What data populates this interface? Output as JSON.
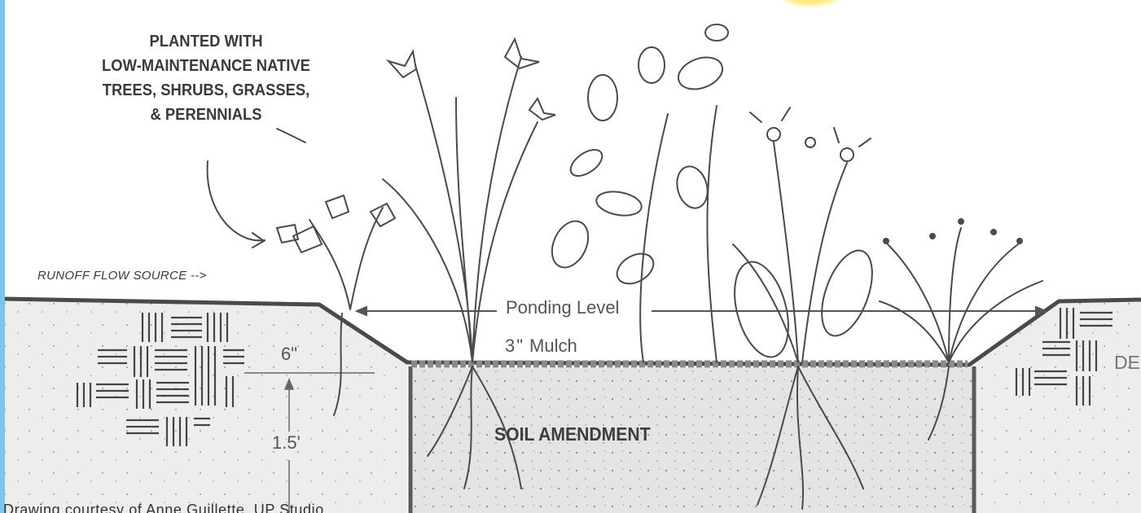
{
  "labels": {
    "planted_line1": "PLANTED WITH",
    "planted_line2": "LOW-MAINTENANCE NATIVE",
    "planted_line3": "TREES, SHRUBS, GRASSES,",
    "planted_line4": "& PERENNIALS",
    "runoff": "RUNOFF FLOW SOURCE -->",
    "ponding_level": "Ponding Level",
    "mulch_number": "3\"",
    "mulch_text": "Mulch",
    "depth_6": "6\"",
    "depth_1_5": "1.5'",
    "soil": "SOIL AMENDMENT",
    "right_edge": "DE",
    "credit": "Drawing courtesy of Anne Guillette, UP Studio"
  },
  "colors": {
    "accent_edge": "#7cc6e9",
    "sun": "#ffe97a",
    "sketch": "#555555",
    "soil_fill": "#e2e2e2",
    "ground_fill": "#ececec"
  }
}
